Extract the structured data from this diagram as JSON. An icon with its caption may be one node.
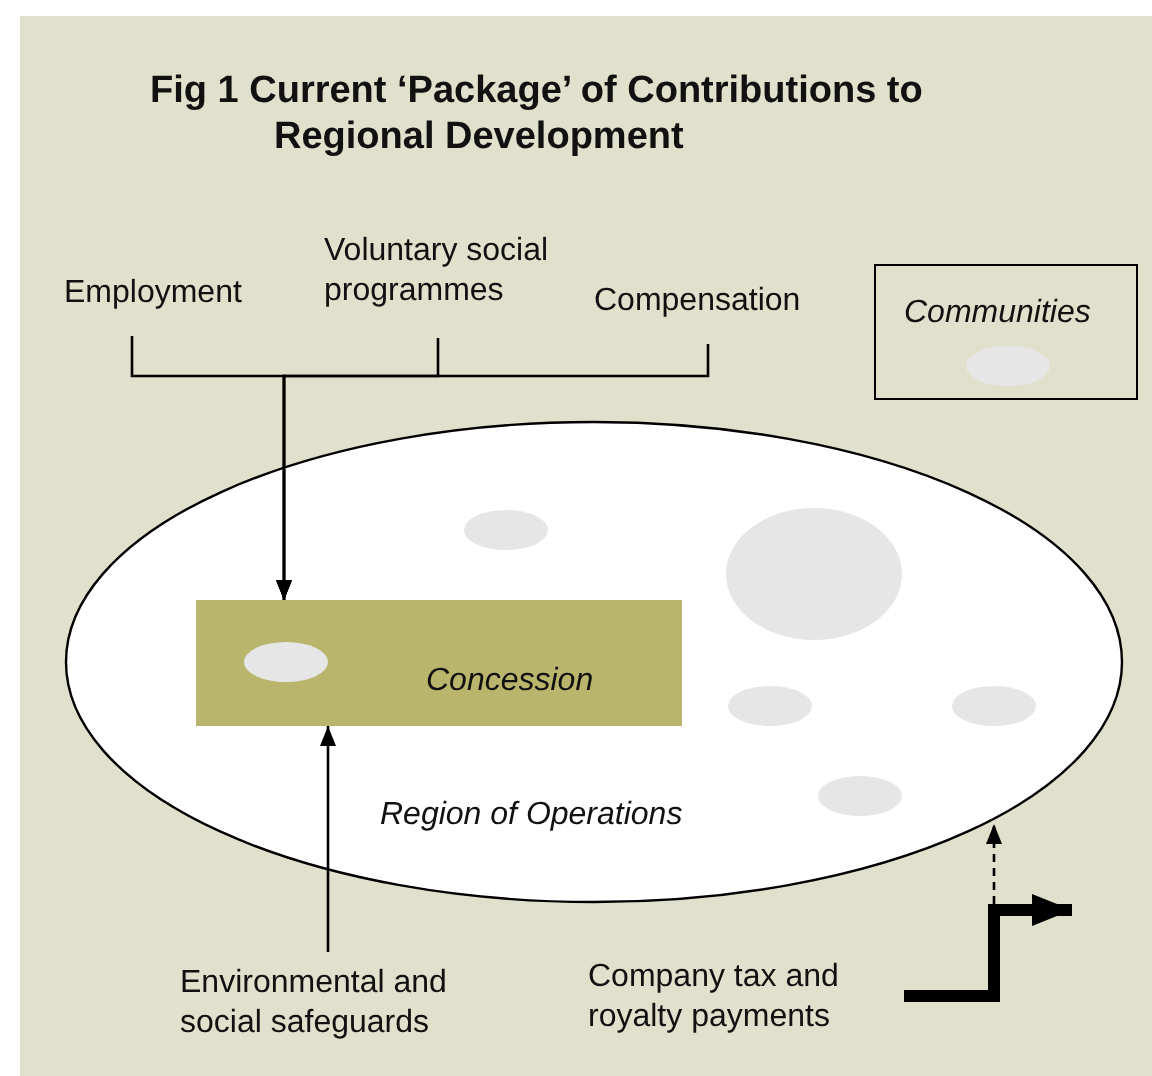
{
  "diagram": {
    "title": "Fig 1 Current ‘Package’ of Contributions to Regional Development",
    "nodes": [
      {
        "text": [
          "Employment"
        ]
      },
      {
        "text": [
          "Voluntary social programmes"
        ]
      },
      {
        "text": [
          "Compensation"
        ]
      },
      {
        "text": [
          "Region of Operations"
        ]
      },
      {
        "text": [
          "Concession"
        ],
        "in": 3
      },
      {
        "text": [
          "Environmental and social safeguards"
        ]
      },
      {
        "text": [
          "Company tax and royalty payments"
        ]
      }
    ],
    "edges": [
      {
        "from": 0,
        "to": 4,
        "arrow": "to"
      },
      {
        "from": 1,
        "to": 4,
        "arrow": "to"
      },
      {
        "from": 2,
        "to": 4,
        "arrow": "to"
      },
      {
        "from": 5,
        "to": 4,
        "arrow": "to"
      },
      {
        "from": 6,
        "to": null,
        "arrow": "to",
        "style": "thick"
      },
      {
        "from": null,
        "to": 3,
        "arrow": "to",
        "style": "dashed"
      }
    ],
    "legend": [
      {
        "text": "Communities",
        "color": "#e6e6e6"
      }
    ]
  }
}
